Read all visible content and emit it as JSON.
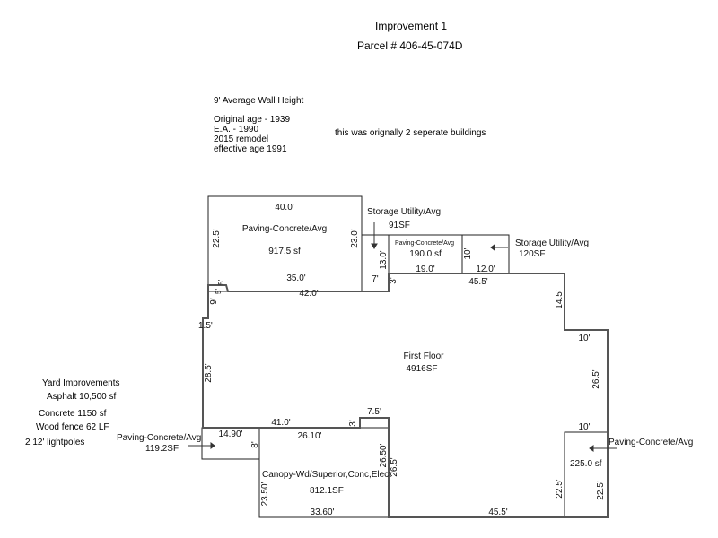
{
  "header": {
    "title": "Improvement 1",
    "parcel": "Parcel # 406-45-074D"
  },
  "notes": {
    "wall_height": "9' Average Wall Height",
    "original_age": "Original age - 1939",
    "ea": "E.A. - 1990",
    "remodel": "2015 remodel",
    "effective_age": "effective age 1991",
    "comment": "this was orignally 2 seperate buildings"
  },
  "yard": {
    "title": "Yard Improvements",
    "items": [
      "Asphalt  10,500 sf",
      "Concrete  1150 sf",
      "Wood fence 62 LF",
      "2 12' lightpoles"
    ]
  },
  "areas": {
    "paving1_name": "Paving-Concrete/Avg",
    "paving1_area": "917.5 sf",
    "storage1_name": "Storage Utility/Avg",
    "storage1_area": "91SF",
    "paving2_name": "Paving-Concrete/Avg",
    "paving2_area": "190.0 sf",
    "storage2_name": "Storage Utility/Avg",
    "storage2_area": "120SF",
    "first_floor_name": "First Floor",
    "first_floor_area": "4916SF",
    "paving3_name": "Paving-Concrete/Avg",
    "paving3_area": "119.2SF",
    "canopy_name": "Canopy-Wd/Superior,Conc,Elect",
    "canopy_area": "812.1SF",
    "paving4_name": "Paving-Concrete/Avg",
    "paving4_area": "225.0 sf"
  },
  "dims": {
    "d40": "40.0'",
    "d22_5a": "22.5'",
    "d23": "23.0'",
    "d35": "35.0'",
    "d42": "42.0'",
    "d13": "13.0'",
    "d7": "7'",
    "d3a": "3'",
    "d19": "19.0'",
    "d10a": "10'",
    "d12": "12.0'",
    "d45_5a": "45.5'",
    "d14_5": "14.5'",
    "d10b": "10'",
    "d26_5a": "26.5'",
    "d10c": "10'",
    "d22_5b": "22.5'",
    "d22_5c": "22.5'",
    "d45_5b": "45.5'",
    "d33_6": "33.60'",
    "d23_5": "23.50'",
    "d26_5b": "26.50'",
    "d26_5c": "26.5'",
    "d7_5": "7.5'",
    "d3b": "3'",
    "d41": "41.0'",
    "d26_1": "26.10'",
    "d14_9": "14.90'",
    "d8": "8'",
    "d28_5": "28.5'",
    "d1_5": "1.5'",
    "d9": "9'",
    "d5": "5'",
    "d0_5": ".5'"
  }
}
